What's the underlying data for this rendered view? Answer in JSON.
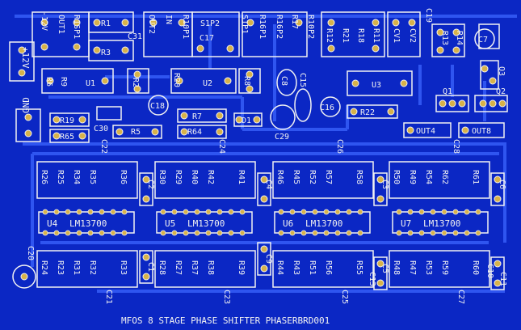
{
  "board": {
    "title": "MFOS 8 STAGE PHASE SHIFTER PHASERBRD001",
    "top_labels": [
      "-12V",
      "OUT1",
      "R1SP1",
      "R1",
      "C31",
      "R3",
      "OUT2",
      "IN",
      "R10P1",
      "S1P2",
      "C17",
      "S1P1",
      "R16P1",
      "R16P2",
      "R17",
      "R10P2",
      "R12",
      "R21",
      "R18",
      "R11",
      "CV1",
      "CV2",
      "C19",
      "R13",
      "R14",
      "C7"
    ],
    "left_labels": [
      "+12V",
      "GND"
    ],
    "row2_labels": [
      "R6",
      "R9",
      "U1",
      "R2",
      "R20",
      "U2",
      "R8",
      "C8",
      "C15",
      "U3",
      "Q1",
      "Q3",
      "Q2",
      "C18",
      "C16",
      "R22"
    ],
    "row3_labels": [
      "R19",
      "R65",
      "C30",
      "R5",
      "R7",
      "R64",
      "D1",
      "C29",
      "OUT4",
      "OUT8"
    ],
    "stage_labels": [
      "C22",
      "C24",
      "C26",
      "C28",
      "R26",
      "R25",
      "R34",
      "R35",
      "R36",
      "R30",
      "R29",
      "R40",
      "R42",
      "R41",
      "R46",
      "R45",
      "R52",
      "R57",
      "R58",
      "R50",
      "R49",
      "R54",
      "R62",
      "R61",
      "C2",
      "C4",
      "C3",
      "C6"
    ],
    "ic_labels": [
      "U4",
      "LM13700",
      "U5",
      "LM13700",
      "U6",
      "LM13700",
      "U7",
      "LM13700"
    ],
    "bottom_labels": [
      "C20",
      "R24",
      "R23",
      "R31",
      "R32",
      "R33",
      "R28",
      "R27",
      "R37",
      "R38",
      "R39",
      "R44",
      "R43",
      "R51",
      "R56",
      "R55",
      "R48",
      "R47",
      "R53",
      "R59",
      "R60",
      "C1",
      "C9",
      "C5",
      "C10",
      "C13",
      "C11",
      "C21",
      "C23",
      "C25",
      "C27"
    ]
  },
  "colors": {
    "pcb": "#0b27c4",
    "trace": "#2f55f0",
    "silk": "#f2f2f2",
    "pad": "#d7b24a"
  }
}
